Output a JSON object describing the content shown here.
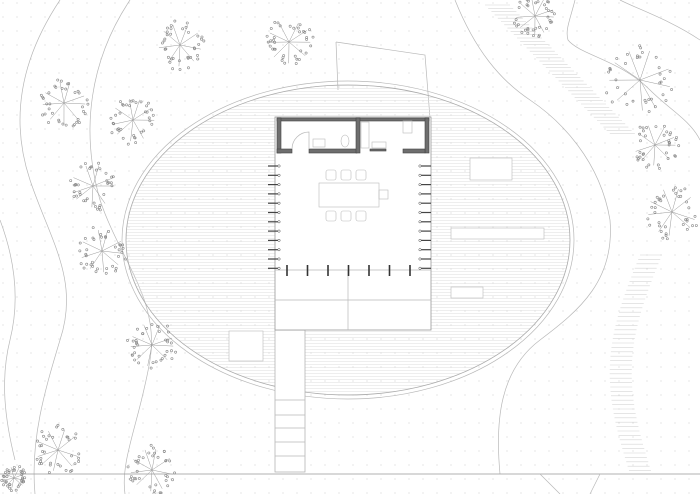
{
  "colors": {
    "background": "#ffffff",
    "line": "#b8b8b8",
    "wall": "#6e6e6e",
    "tree": "#888888"
  },
  "icons": {
    "tree": "tree-canopy-symbol",
    "door": "door-swing-symbol",
    "column": "column-symbol"
  }
}
